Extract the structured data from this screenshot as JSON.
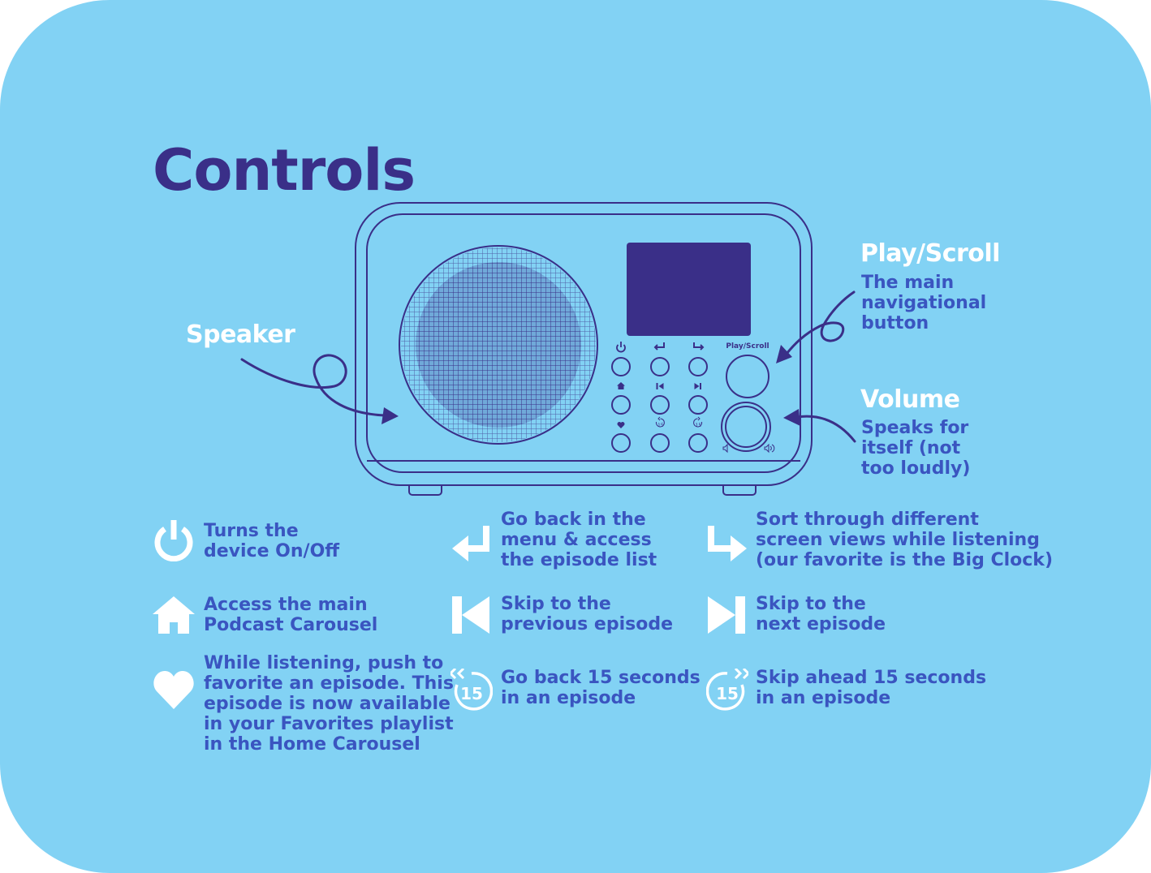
{
  "title": "Controls",
  "device": {
    "knob_label": "Play/Scroll"
  },
  "callouts": {
    "speaker": {
      "heading": "Speaker"
    },
    "play_scroll": {
      "heading": "Play/Scroll",
      "lines": [
        "The main",
        "navigational",
        "button"
      ]
    },
    "volume": {
      "heading": "Volume",
      "lines": [
        "Speaks for",
        "itself (not",
        "too loudly)"
      ]
    }
  },
  "legend": [
    {
      "icon": "power-icon",
      "lines": [
        "Turns the",
        "device On/Off"
      ]
    },
    {
      "icon": "back-arrow-icon",
      "lines": [
        "Go back in the",
        "menu & access",
        "the episode list"
      ]
    },
    {
      "icon": "forward-arrow-icon",
      "lines": [
        "Sort through different",
        "screen views while listening",
        "(our favorite is the Big Clock)"
      ]
    },
    {
      "icon": "home-icon",
      "lines": [
        "Access the main",
        "Podcast Carousel"
      ]
    },
    {
      "icon": "skip-previous-icon",
      "lines": [
        "Skip to the",
        "previous episode"
      ]
    },
    {
      "icon": "skip-next-icon",
      "lines": [
        "Skip to the",
        "next episode"
      ]
    },
    {
      "icon": "heart-icon",
      "lines": [
        "While listening, push to",
        "favorite an episode. This",
        "episode is now available",
        "in your Favorites playlist",
        "in the Home Carousel"
      ]
    },
    {
      "icon": "rewind-15-icon",
      "icon_text": "15",
      "lines": [
        "Go back 15 seconds",
        "in an episode"
      ]
    },
    {
      "icon": "forward-15-icon",
      "icon_text": "15",
      "lines": [
        "Skip ahead 15 seconds",
        "in an episode"
      ]
    }
  ],
  "colors": {
    "background": "#82d2f4",
    "navy": "#3a2f88",
    "text_blue": "#3a55c0",
    "white": "#ffffff"
  }
}
